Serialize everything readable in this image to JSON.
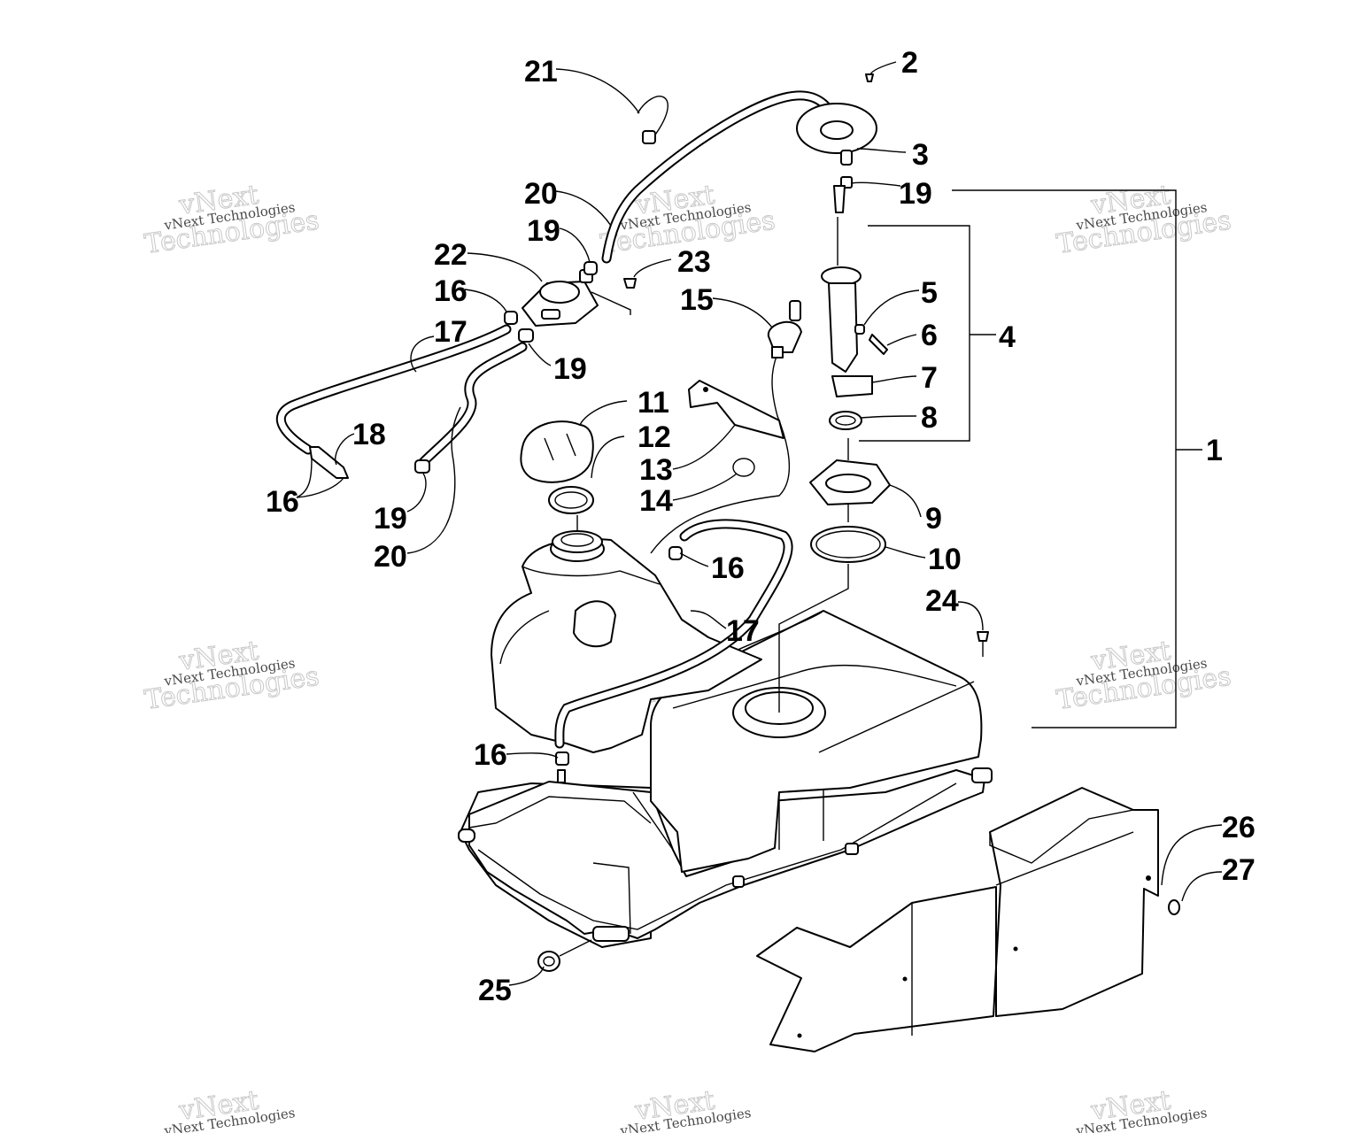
{
  "diagram": {
    "callouts": {
      "c1": "1",
      "c2": "2",
      "c3": "3",
      "c4": "4",
      "c5": "5",
      "c6": "6",
      "c7": "7",
      "c8": "8",
      "c9": "9",
      "c10": "10",
      "c11": "11",
      "c12": "12",
      "c13": "13",
      "c14": "14",
      "c15": "15",
      "c16a": "16",
      "c16b": "16",
      "c16c": "16",
      "c16d": "16",
      "c17a": "17",
      "c17b": "17",
      "c18": "18",
      "c19a": "19",
      "c19b": "19",
      "c19c": "19",
      "c19d": "19",
      "c20a": "20",
      "c20b": "20",
      "c21": "21",
      "c22": "22",
      "c23": "23",
      "c24": "24",
      "c25": "25",
      "c26": "26",
      "c27": "27"
    },
    "watermark": {
      "small": "vNext Technologies",
      "large_line1": "vNext",
      "large_line2": "Technologies"
    }
  }
}
